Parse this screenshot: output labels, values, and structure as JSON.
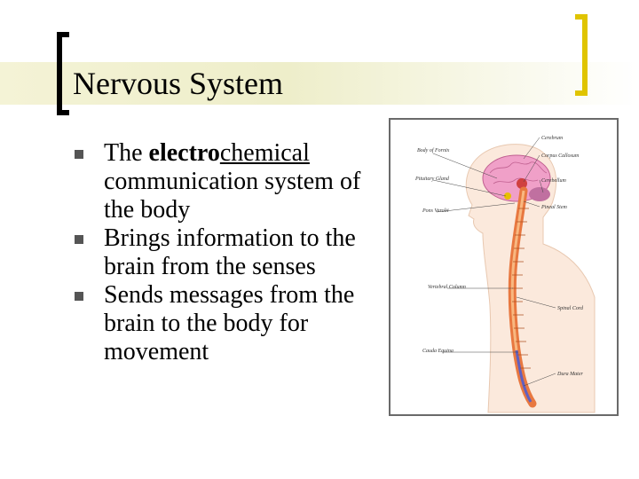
{
  "slide": {
    "title": "Nervous System",
    "bullets": [
      {
        "parts": [
          {
            "text": "The ",
            "style": "normal"
          },
          {
            "text": "electro",
            "style": "bold"
          },
          {
            "text": "chemical",
            "style": "underline"
          },
          {
            "text": " communication system of the body",
            "style": "normal"
          }
        ]
      },
      {
        "parts": [
          {
            "text": "Brings information to the brain from the senses",
            "style": "normal"
          }
        ]
      },
      {
        "parts": [
          {
            "text": "Sends messages from the brain to the body for movement",
            "style": "normal"
          }
        ]
      }
    ]
  },
  "figure": {
    "labels_left": [
      "Body of Fornix",
      "Pituitary Gland",
      "Pons Varolii",
      "Vertebral Column",
      "Cauda Equina"
    ],
    "labels_right": [
      "Cerebrum",
      "Corpus Callosum",
      "Cerebellum",
      "Pineal Stem",
      "Spinal Cord",
      "Dura Mater"
    ]
  },
  "colors": {
    "title_band": "#eeeeca",
    "bracket_left": "#000000",
    "bracket_right": "#e0c400",
    "bullet_marker": "#555555",
    "spinal_cord": "#e87840",
    "brain": "#f0a0c8"
  }
}
